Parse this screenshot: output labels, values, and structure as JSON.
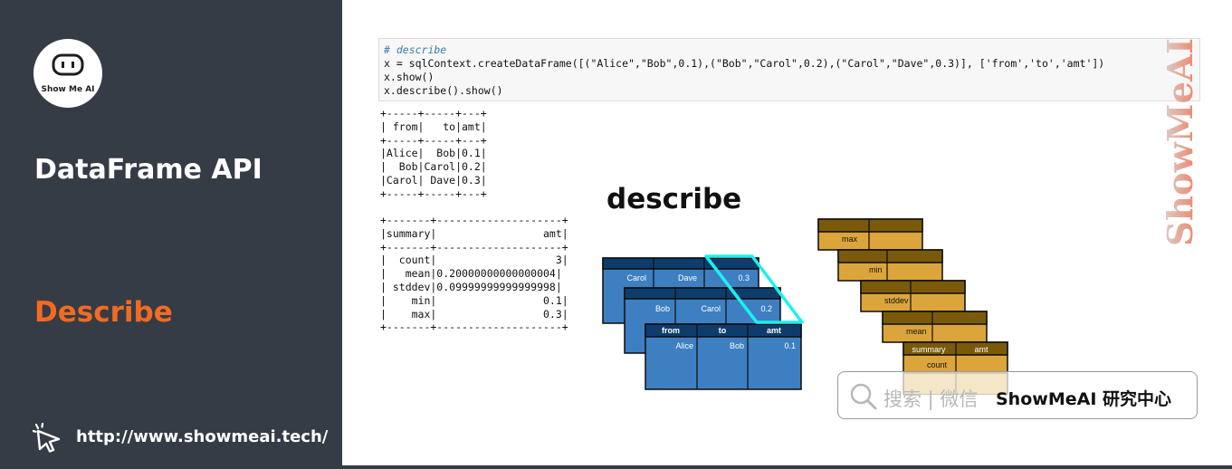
{
  "sidebar": {
    "logo_text": "Show Me AI",
    "title": "DataFrame API",
    "subtitle": "Describe",
    "url": "http://www.showmeai.tech/"
  },
  "code": {
    "comment": "# describe",
    "line1": "x = sqlContext.createDataFrame([(\"Alice\",\"Bob\",0.1),(\"Bob\",\"Carol\",0.2),(\"Carol\",\"Dave\",0.3)], ['from','to','amt'])",
    "line2": "x.show()",
    "line3": "x.describe().show()"
  },
  "output_show": "+-----+-----+---+\n| from|   to|amt|\n+-----+-----+---+\n|Alice|  Bob|0.1|\n|  Bob|Carol|0.2|\n|Carol| Dave|0.3|\n+-----+-----+---+",
  "output_describe": "+-------+--------------------+\n|summary|                 amt|\n+-------+--------------------+\n|  count|                   3|\n|   mean|0.20000000000000004|\n| stddev|0.09999999999999998|\n|    min|                 0.1|\n|    max|                 0.3|\n+-------+--------------------+",
  "diagram": {
    "label": "describe",
    "input_header": [
      "from",
      "to",
      "amt"
    ],
    "input_rows": [
      [
        "Alice",
        "Bob",
        "0.1"
      ],
      [
        "Bob",
        "Carol",
        "0.2"
      ],
      [
        "Carol",
        "Dave",
        "0.3"
      ]
    ],
    "output_header": [
      "summary",
      "amt"
    ],
    "output_rows": [
      "count",
      "mean",
      "stddev",
      "min",
      "max"
    ],
    "colors": {
      "blue_fill": "#3d7fc1",
      "blue_header": "#0f3d6b",
      "highlight": "#1cf0f0",
      "gold_fill": "#dca53c",
      "gold_header": "#7a5a0a"
    }
  },
  "watermark": "ShowMeAI",
  "search": {
    "hint": "搜索 | 微信",
    "brand": "ShowMeAI 研究中心"
  }
}
